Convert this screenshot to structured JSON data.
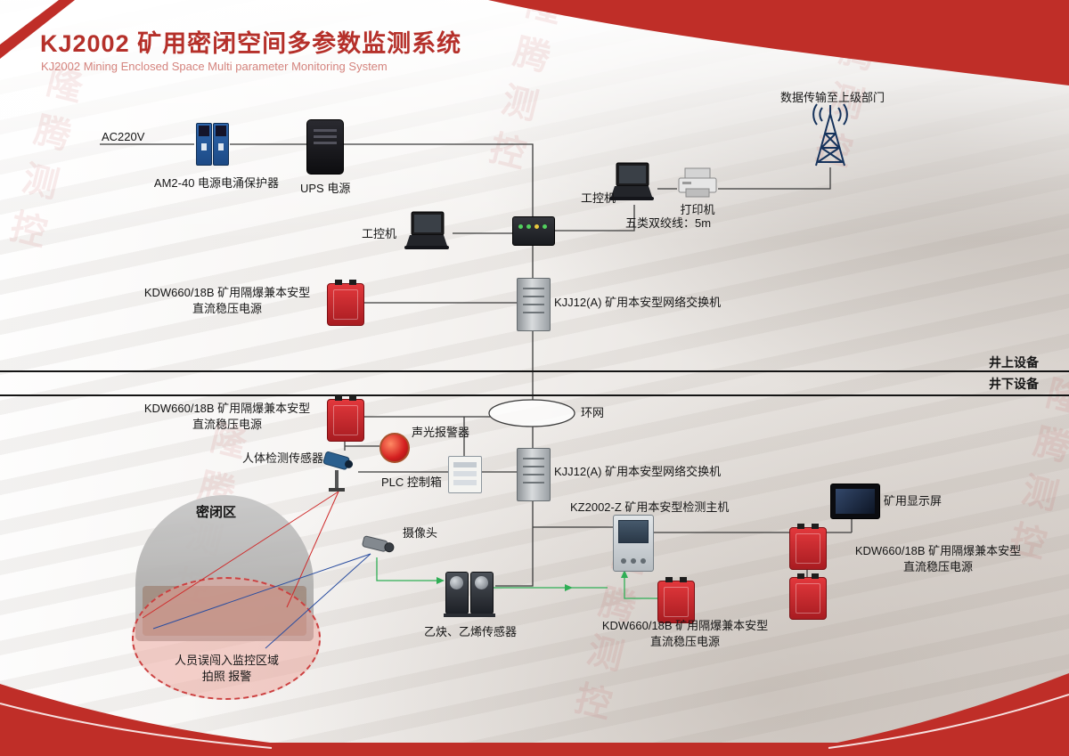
{
  "header": {
    "title": "KJ2002 矿用密闭空间多参数监测系统",
    "subtitle": "KJ2002 Mining Enclosed Space Multi parameter Monitoring System"
  },
  "watermark": "隆腾测控",
  "colors": {
    "brand_red": "#bf2e28",
    "device_red": "#cf2a2e",
    "wire": "#3b3b3b",
    "green_wire": "#2fae55",
    "blue_wire": "#2b4ea0",
    "fov_red": "#cf2b2b"
  },
  "zones": {
    "surface": "井上设备",
    "underground": "井下设备",
    "ring_network": "环网",
    "enclosed_area": "密闭区"
  },
  "devices": {
    "power_line": "AC220V",
    "surge_protector": "AM2-40 电源电涌保护器",
    "ups": "UPS 电源",
    "uplink": "数据传输至上级部门",
    "ipc": "工控机",
    "printer": "打印机",
    "cable_note": "五类双绞线：5m",
    "kdw_power_line1": "KDW660/18B 矿用隔爆兼本安型",
    "kdw_power_line2": "直流稳压电源",
    "kjj_switch": "KJJ12(A) 矿用本安型网络交换机",
    "audible_alarm": "声光报警器",
    "human_sensor": "人体检测传感器",
    "plc_box": "PLC 控制箱",
    "kz_host": "KZ2002-Z 矿用本安型检测主机",
    "mine_display": "矿用显示屏",
    "camera": "摄像头",
    "gas_sensors": "乙炔、乙烯传感器",
    "intrusion_line1": "人员误闯入监控区域",
    "intrusion_line2": "拍照 报警"
  }
}
